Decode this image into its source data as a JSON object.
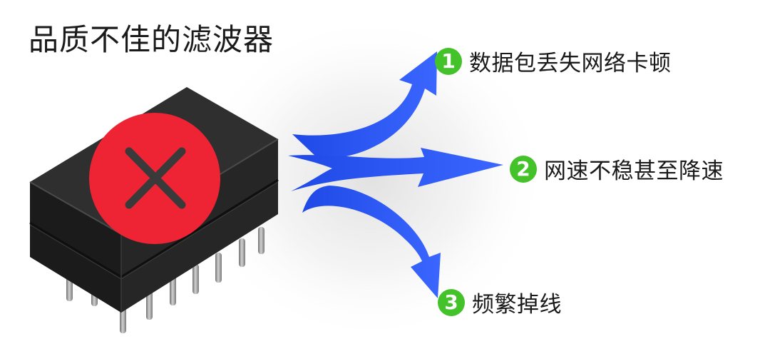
{
  "title": "品质不佳的滤波器",
  "items": [
    {
      "number": "1",
      "text": "数据包丢失网络卡顿"
    },
    {
      "number": "2",
      "text": "网速不稳甚至降速"
    },
    {
      "number": "3",
      "text": "频繁掉线"
    }
  ],
  "colors": {
    "badge": "#43c22a",
    "arrow": "#2a56f2",
    "error_mark": "#ee2434",
    "chip_body": "#2b2b2b",
    "pins": "#9a9a9a"
  },
  "icons": {
    "error_mark": "x-mark-icon"
  }
}
